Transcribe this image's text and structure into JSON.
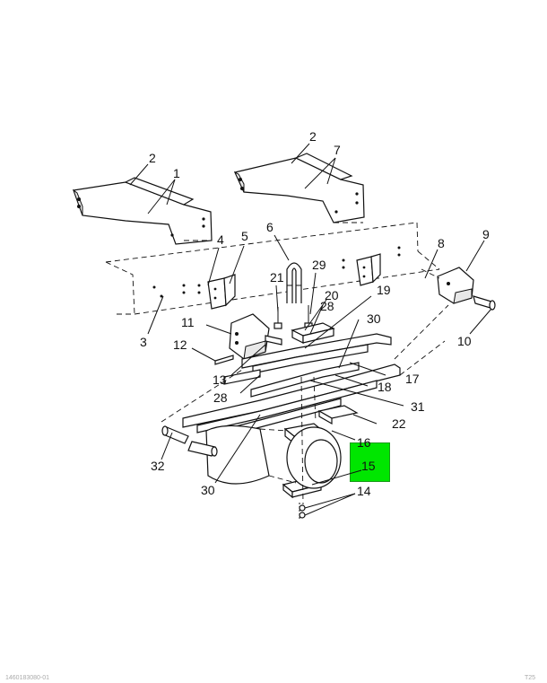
{
  "diagram": {
    "highlight_color": "#00e600",
    "highlighted_callout": "15",
    "callouts": [
      "1",
      "2",
      "2",
      "3",
      "4",
      "5",
      "6",
      "7",
      "8",
      "9",
      "10",
      "11",
      "12",
      "13",
      "14",
      "15",
      "16",
      "17",
      "18",
      "19",
      "20",
      "21",
      "22",
      "28",
      "28",
      "29",
      "30",
      "30",
      "31",
      "32"
    ]
  },
  "footer": {
    "left_text": "1460183080-01",
    "right_text": "T25"
  }
}
